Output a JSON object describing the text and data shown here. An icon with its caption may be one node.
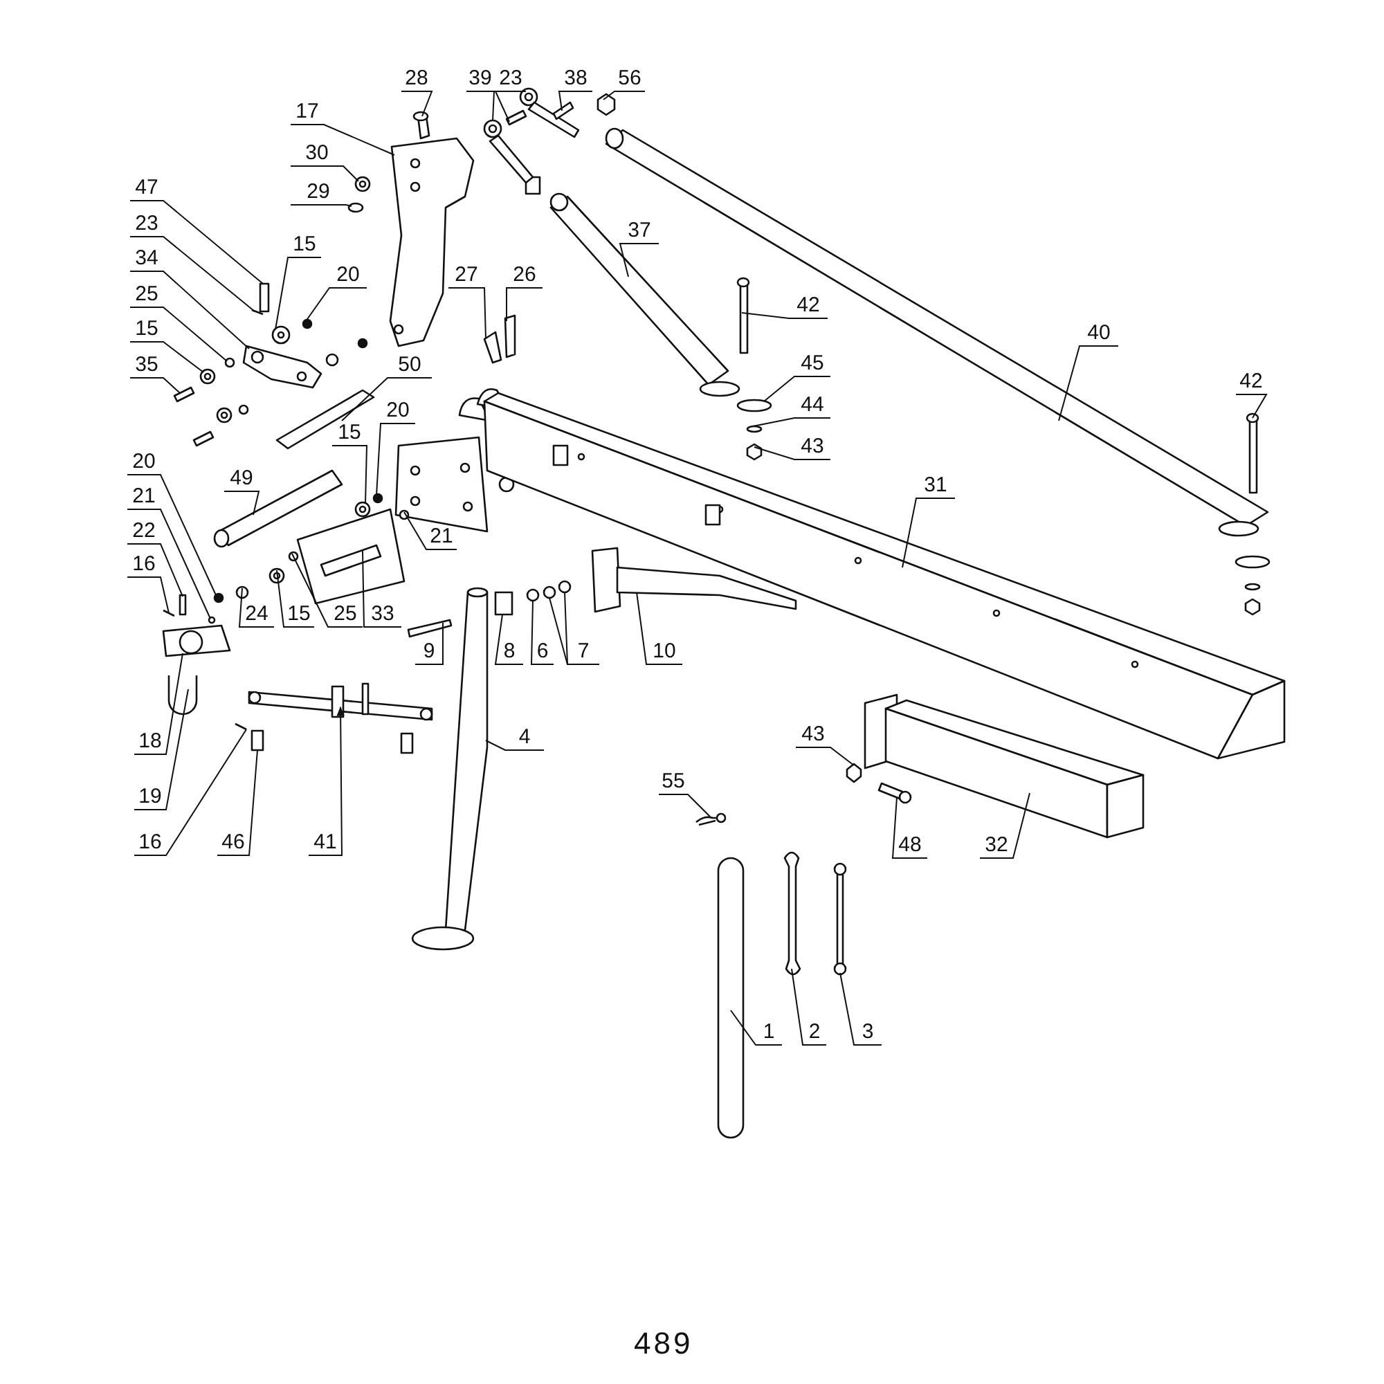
{
  "diagram": {
    "nodes": [
      {
        "text": [
          "28"
        ]
      },
      {
        "text": [
          "39"
        ]
      },
      {
        "text": [
          "23"
        ]
      },
      {
        "text": [
          "38"
        ]
      },
      {
        "text": [
          "56"
        ]
      },
      {
        "text": [
          "17"
        ]
      },
      {
        "text": [
          "30"
        ]
      },
      {
        "text": [
          "29"
        ]
      },
      {
        "text": [
          "47"
        ]
      },
      {
        "text": [
          "23"
        ]
      },
      {
        "text": [
          "15"
        ]
      },
      {
        "text": [
          "20"
        ]
      },
      {
        "text": [
          "27"
        ]
      },
      {
        "text": [
          "26"
        ]
      },
      {
        "text": [
          "37"
        ]
      },
      {
        "text": [
          "42"
        ]
      },
      {
        "text": [
          "40"
        ]
      },
      {
        "text": [
          "42"
        ]
      },
      {
        "text": [
          "34"
        ]
      },
      {
        "text": [
          "25"
        ]
      },
      {
        "text": [
          "15"
        ]
      },
      {
        "text": [
          "35"
        ]
      },
      {
        "text": [
          "45"
        ]
      },
      {
        "text": [
          "50"
        ]
      },
      {
        "text": [
          "44"
        ]
      },
      {
        "text": [
          "20"
        ]
      },
      {
        "text": [
          "15"
        ]
      },
      {
        "text": [
          "43"
        ]
      },
      {
        "text": [
          "20"
        ]
      },
      {
        "text": [
          "49"
        ]
      },
      {
        "text": [
          "31"
        ]
      },
      {
        "text": [
          "21"
        ]
      },
      {
        "text": [
          "22"
        ]
      },
      {
        "text": [
          "21"
        ]
      },
      {
        "text": [
          "16"
        ]
      },
      {
        "text": [
          "24"
        ]
      },
      {
        "text": [
          "15"
        ]
      },
      {
        "text": [
          "25"
        ]
      },
      {
        "text": [
          "33"
        ]
      },
      {
        "text": [
          "9"
        ]
      },
      {
        "text": [
          "8"
        ]
      },
      {
        "text": [
          "6"
        ]
      },
      {
        "text": [
          "7"
        ]
      },
      {
        "text": [
          "10"
        ]
      },
      {
        "text": [
          "18"
        ]
      },
      {
        "text": [
          "4"
        ]
      },
      {
        "text": [
          "43"
        ]
      },
      {
        "text": [
          "55"
        ]
      },
      {
        "text": [
          "19"
        ]
      },
      {
        "text": [
          "16"
        ]
      },
      {
        "text": [
          "46"
        ]
      },
      {
        "text": [
          "41"
        ]
      },
      {
        "text": [
          "48"
        ]
      },
      {
        "text": [
          "32"
        ]
      },
      {
        "text": [
          "1"
        ]
      },
      {
        "text": [
          "2"
        ]
      },
      {
        "text": [
          "3"
        ]
      },
      {
        "text": [],
        "shape": "box"
      },
      {
        "text": [],
        "shape": "picture"
      },
      {
        "text": [],
        "shape": "box"
      },
      {
        "text": [],
        "shape": "box"
      },
      {
        "text": [],
        "shape": "hexagon"
      },
      {
        "text": [],
        "shape": "picture"
      },
      {
        "text": [],
        "shape": "circle"
      },
      {
        "text": [],
        "shape": "circle"
      },
      {
        "text": [],
        "shape": "box"
      },
      {
        "text": [],
        "shape": "line"
      },
      {
        "text": [],
        "shape": "circle"
      },
      {
        "text": [],
        "shape": "circle"
      },
      {
        "text": [],
        "shape": "box"
      },
      {
        "text": [],
        "shape": "box"
      },
      {
        "text": [],
        "shape": "picture"
      },
      {
        "text": [],
        "shape": "bar"
      },
      {
        "text": [],
        "shape": "picture"
      },
      {
        "text": [],
        "shape": "bar"
      },
      {
        "text": [],
        "shape": "picture"
      },
      {
        "text": [],
        "shape": "circle"
      },
      {
        "text": [],
        "shape": "circle"
      },
      {
        "text": [],
        "shape": "box"
      },
      {
        "text": [],
        "shape": "circle"
      },
      {
        "text": [],
        "shape": "bar"
      },
      {
        "text": [],
        "shape": "circle"
      },
      {
        "text": [],
        "shape": "circle"
      },
      {
        "text": [],
        "shape": "circle"
      },
      {
        "text": [],
        "shape": "hexagon"
      },
      {
        "text": [],
        "shape": "circle"
      },
      {
        "text": [],
        "shape": "cylinder"
      },
      {
        "text": [],
        "shape": "picture"
      },
      {
        "text": [],
        "shape": "circle"
      },
      {
        "text": [],
        "shape": "box"
      },
      {
        "text": [],
        "shape": "circle"
      },
      {
        "text": [],
        "shape": "line"
      },
      {
        "text": [],
        "shape": "circle"
      },
      {
        "text": [],
        "shape": "circle"
      },
      {
        "text": [],
        "shape": "circle"
      },
      {
        "text": [],
        "shape": "picture"
      },
      {
        "text": [],
        "shape": "box"
      },
      {
        "text": [],
        "shape": "box"
      },
      {
        "text": [],
        "shape": "circle"
      },
      {
        "text": [],
        "shape": "circle"
      },
      {
        "text": [],
        "shape": "picture"
      },
      {
        "text": [],
        "shape": "picture"
      },
      {
        "text": [],
        "shape": "picture"
      },
      {
        "text": [],
        "shape": "hexagon"
      },
      {
        "text": [],
        "shape": "picture"
      },
      {
        "text": [],
        "shape": "picture"
      },
      {
        "text": [],
        "shape": "line"
      },
      {
        "text": [],
        "shape": "box"
      },
      {
        "text": [],
        "shape": "picture"
      },
      {
        "text": [],
        "shape": "picture"
      },
      {
        "text": [],
        "shape": "picture"
      },
      {
        "text": [],
        "shape": "bar"
      },
      {
        "text": [],
        "shape": "picture"
      },
      {
        "text": [],
        "shape": "picture"
      },
      {
        "text": [],
        "shape": "circle"
      }
    ],
    "edges": [
      {
        "from": 0,
        "to": 57,
        "arrow": "none"
      },
      {
        "from": 1,
        "to": 58,
        "arrow": "none"
      },
      {
        "from": 2,
        "to": 59,
        "arrow": "none"
      },
      {
        "from": 3,
        "to": 60,
        "arrow": "none"
      },
      {
        "from": 4,
        "to": 61,
        "arrow": "none"
      },
      {
        "from": 5,
        "to": 62,
        "arrow": "none"
      },
      {
        "from": 6,
        "to": 63,
        "arrow": "none"
      },
      {
        "from": 7,
        "to": 64,
        "arrow": "none"
      },
      {
        "from": 8,
        "to": 65,
        "arrow": "none"
      },
      {
        "from": 9,
        "to": 66,
        "arrow": "none"
      },
      {
        "from": 10,
        "to": 67,
        "arrow": "none"
      },
      {
        "from": 11,
        "to": 68,
        "arrow": "none"
      },
      {
        "from": 12,
        "to": 69,
        "arrow": "none"
      },
      {
        "from": 13,
        "to": 70,
        "arrow": "none"
      },
      {
        "from": 14,
        "to": 71,
        "arrow": "none"
      },
      {
        "from": 15,
        "to": 72,
        "arrow": "none"
      },
      {
        "from": 16,
        "to": 73,
        "arrow": "none"
      },
      {
        "from": 17,
        "to": 74,
        "arrow": "none"
      },
      {
        "from": 18,
        "to": 75,
        "arrow": "none"
      },
      {
        "from": 19,
        "to": 76,
        "arrow": "none"
      },
      {
        "from": 20,
        "to": 77,
        "arrow": "none"
      },
      {
        "from": 21,
        "to": 78,
        "arrow": "none"
      },
      {
        "from": 22,
        "to": 79,
        "arrow": "none"
      },
      {
        "from": 23,
        "to": 80,
        "arrow": "none"
      },
      {
        "from": 24,
        "to": 81,
        "arrow": "none"
      },
      {
        "from": 25,
        "to": 82,
        "arrow": "none"
      },
      {
        "from": 26,
        "to": 83,
        "arrow": "none"
      },
      {
        "from": 27,
        "to": 84,
        "arrow": "none"
      },
      {
        "from": 28,
        "to": 85,
        "arrow": "none"
      },
      {
        "from": 29,
        "to": 86,
        "arrow": "none"
      },
      {
        "from": 30,
        "to": 87,
        "arrow": "none"
      },
      {
        "from": 31,
        "to": 88,
        "arrow": "none"
      },
      {
        "from": 32,
        "to": 89,
        "arrow": "none"
      },
      {
        "from": 33,
        "to": 90,
        "arrow": "none"
      },
      {
        "from": 34,
        "to": 91,
        "arrow": "none"
      },
      {
        "from": 35,
        "to": 92,
        "arrow": "none"
      },
      {
        "from": 36,
        "to": 93,
        "arrow": "none"
      },
      {
        "from": 37,
        "to": 94,
        "arrow": "none"
      },
      {
        "from": 38,
        "to": 95,
        "arrow": "none"
      },
      {
        "from": 39,
        "to": 96,
        "arrow": "none"
      },
      {
        "from": 40,
        "to": 97,
        "arrow": "none"
      },
      {
        "from": 41,
        "to": 98,
        "arrow": "none"
      },
      {
        "from": 42,
        "to": 99,
        "arrow": "none"
      },
      {
        "from": 43,
        "to": 100,
        "arrow": "none"
      },
      {
        "from": 44,
        "to": 101,
        "arrow": "none"
      },
      {
        "from": 45,
        "to": 102,
        "arrow": "none"
      },
      {
        "from": 46,
        "to": 103,
        "arrow": "none"
      },
      {
        "from": 47,
        "to": 104,
        "arrow": "none"
      },
      {
        "from": 48,
        "to": 105,
        "arrow": "none"
      },
      {
        "from": 49,
        "to": 106,
        "arrow": "none"
      },
      {
        "from": 50,
        "to": 107,
        "arrow": "none"
      },
      {
        "from": 51,
        "to": 108,
        "arrow": "to"
      },
      {
        "from": 52,
        "to": 109,
        "arrow": "none"
      },
      {
        "from": 53,
        "to": 110,
        "arrow": "none"
      },
      {
        "from": 54,
        "to": 111,
        "arrow": "none"
      },
      {
        "from": 55,
        "to": 112,
        "arrow": "none"
      },
      {
        "from": 56,
        "to": 113,
        "arrow": "none"
      },
      {
        "from": 42,
        "to": 114,
        "arrow": "none"
      }
    ],
    "labels": [
      "489"
    ]
  }
}
